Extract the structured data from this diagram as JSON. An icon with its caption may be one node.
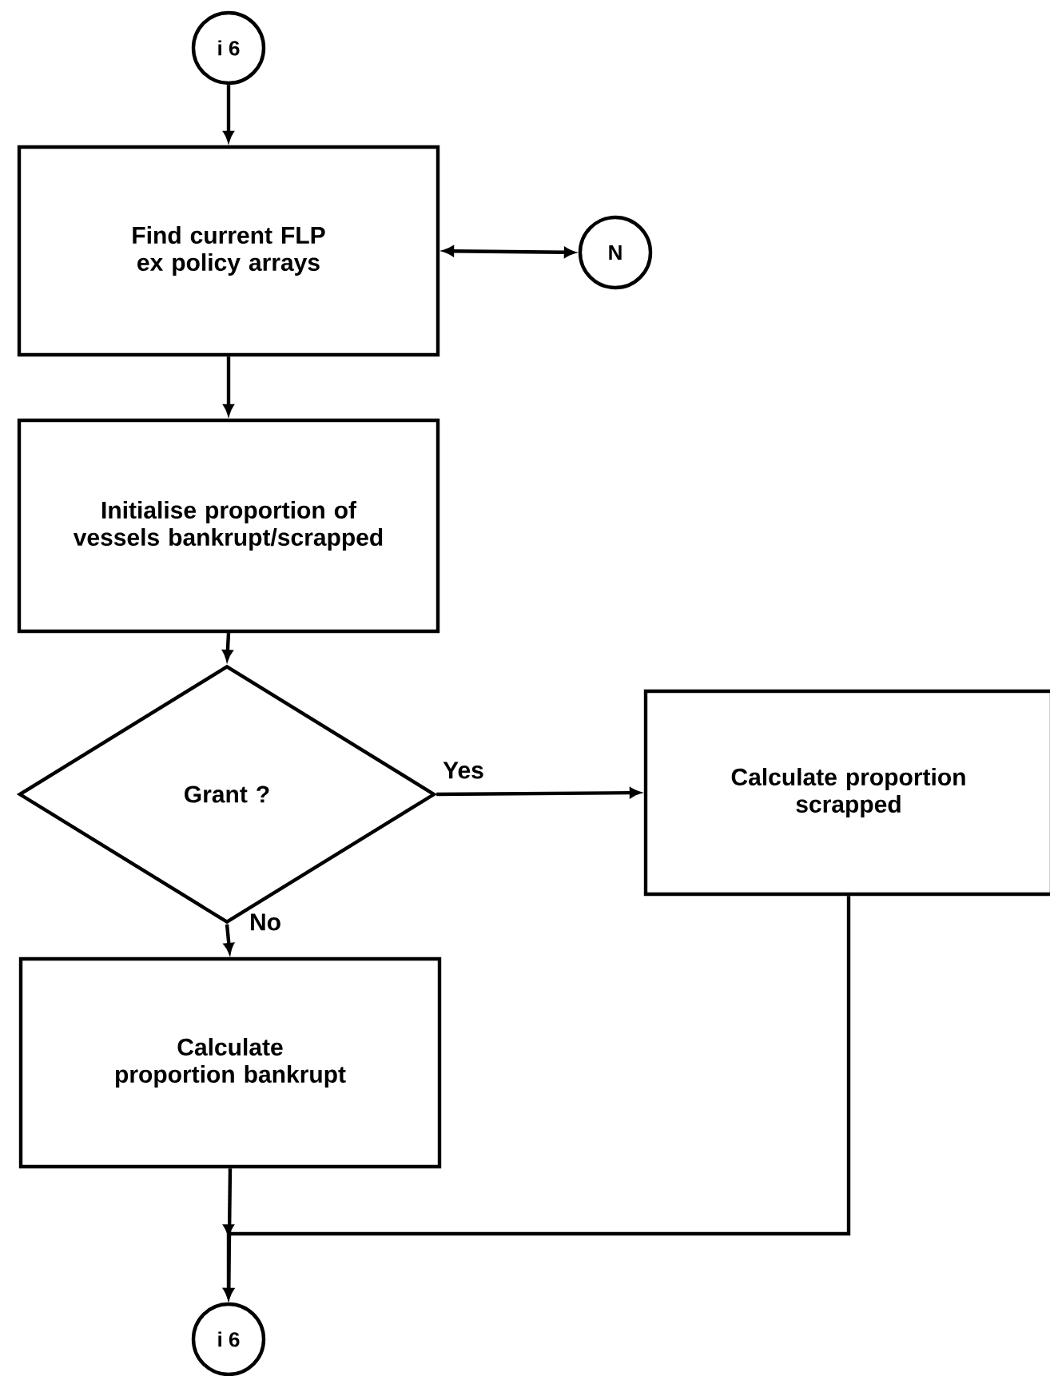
{
  "diagram": {
    "nodes": [
      {
        "text": [
          "i 6"
        ]
      },
      {
        "text": [
          "Find current FLP ex policy arrays"
        ]
      },
      {
        "text": [
          "N"
        ]
      },
      {
        "text": [
          "Initialise proportion of vessels bankrupt/scrapped"
        ]
      },
      {
        "text": [
          "Grant ?"
        ]
      },
      {
        "text": [
          "Calculate proportion scrapped"
        ]
      },
      {
        "text": [
          "Calculate proportion bankrupt"
        ]
      },
      {
        "text": [
          "i 6"
        ]
      }
    ],
    "edges": [
      {
        "from": 0,
        "to": 1,
        "arrow": "to"
      },
      {
        "from": 1,
        "to": 2,
        "arrow": "both"
      },
      {
        "from": 1,
        "to": 3,
        "arrow": "to"
      },
      {
        "from": 3,
        "to": 4,
        "arrow": "to"
      },
      {
        "from": 4,
        "to": 5,
        "arrow": "to",
        "label": "Yes"
      },
      {
        "from": 4,
        "to": 6,
        "arrow": "to",
        "label": "No"
      },
      {
        "from": 6,
        "to": 7,
        "arrow": "to"
      },
      {
        "from": 5,
        "to": 7,
        "arrow": "to"
      }
    ]
  }
}
